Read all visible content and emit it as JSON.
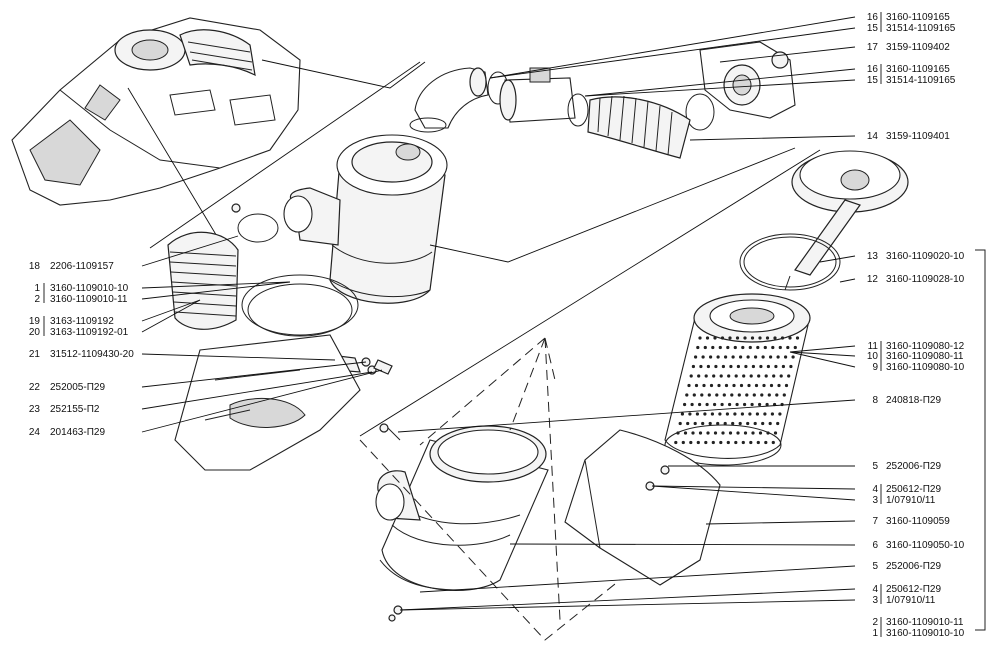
{
  "callouts_right": [
    {
      "num": "16",
      "code": "3160-1109165"
    },
    {
      "num": "15",
      "code": "31514-1109165"
    },
    {
      "num": "17",
      "code": "3159-1109402"
    },
    {
      "num": "16",
      "code": "3160-1109165"
    },
    {
      "num": "15",
      "code": "31514-1109165"
    },
    {
      "num": "14",
      "code": "3159-1109401"
    },
    {
      "num": "13",
      "code": "3160-1109020-10"
    },
    {
      "num": "12",
      "code": "3160-1109028-10"
    },
    {
      "num": "11",
      "code": "3160-1109080-12"
    },
    {
      "num": "10",
      "code": "3160-1109080-11"
    },
    {
      "num": "9",
      "code": "3160-1109080-10"
    },
    {
      "num": "8",
      "code": "240818-П29"
    },
    {
      "num": "5",
      "code": "252006-П29"
    },
    {
      "num": "4",
      "code": "250612-П29"
    },
    {
      "num": "3",
      "code": "1/07910/11"
    },
    {
      "num": "7",
      "code": "3160-1109059"
    },
    {
      "num": "6",
      "code": "3160-1109050-10"
    },
    {
      "num": "5",
      "code": "252006-П29"
    },
    {
      "num": "4",
      "code": "250612-П29"
    },
    {
      "num": "3",
      "code": "1/07910/11"
    },
    {
      "num": "2",
      "code": "3160-1109010-11"
    },
    {
      "num": "1",
      "code": "3160-1109010-10"
    }
  ],
  "callouts_left": [
    {
      "num": "18",
      "code": "2206-1109157"
    },
    {
      "num": "1",
      "code": "3160-1109010-10"
    },
    {
      "num": "2",
      "code": "3160-1109010-11"
    },
    {
      "num": "19",
      "code": "3163-1109192"
    },
    {
      "num": "20",
      "code": "3163-1109192-01"
    },
    {
      "num": "21",
      "code": "31512-1109430-20"
    },
    {
      "num": "22",
      "code": "252005-П29"
    },
    {
      "num": "23",
      "code": "252155-П2"
    },
    {
      "num": "24",
      "code": "201463-П29"
    }
  ]
}
